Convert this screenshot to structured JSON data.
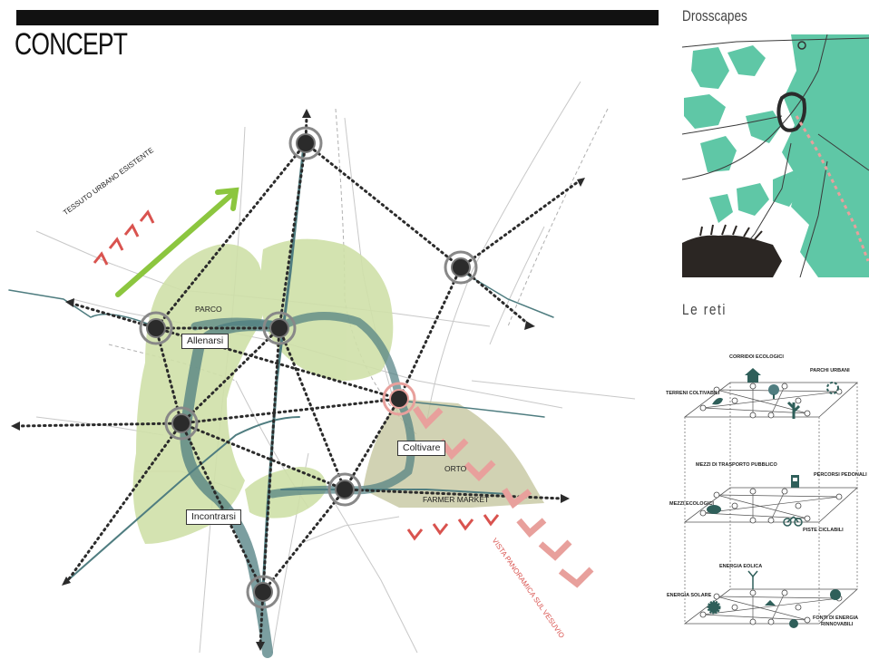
{
  "header": {
    "title": "CONCEPT"
  },
  "sidebar": {
    "panel1_title": "Drosscapes",
    "panel2_title": "Le reti"
  },
  "map_labels": {
    "tessuto": "TESSUTO URBANO ESISTENTE",
    "parco": "PARCO",
    "allenarsi": "Allenarsi",
    "coltivare": "Coltivare",
    "orto": "ORTO",
    "farmer": "FARMER MARKET",
    "incontrarsi": "Incontrarsi",
    "vista": "VISTA PANORAMICA SUL VESUVIO"
  },
  "network_labels": {
    "corridoi": "CORRIDOI ECOLOGICI",
    "parchi": "PARCHI URBANI",
    "terreni": "TERRENI COLTIVABILI",
    "mezzi_tp": "MEZZI DI TRASPORTO PUBBLICO",
    "percorsi": "PERCORSI PEDONALI",
    "mezzi_eco": "MEZZI ECOLOGICI",
    "piste": "PISTE CICLABILI",
    "eolica": "ENERGIA EOLICA",
    "solare": "ENERGIA SOLARE",
    "fonti1": "FONTI DI ENERGIA",
    "fonti2": "RINNOVABILI"
  },
  "colors": {
    "green_light": "#cfe0a8",
    "river": "#4f7d80",
    "teal": "#5fc7a6",
    "arrow_red": "#d9534f",
    "arrow_green": "#8cc63f",
    "pink": "#e8a09c"
  }
}
